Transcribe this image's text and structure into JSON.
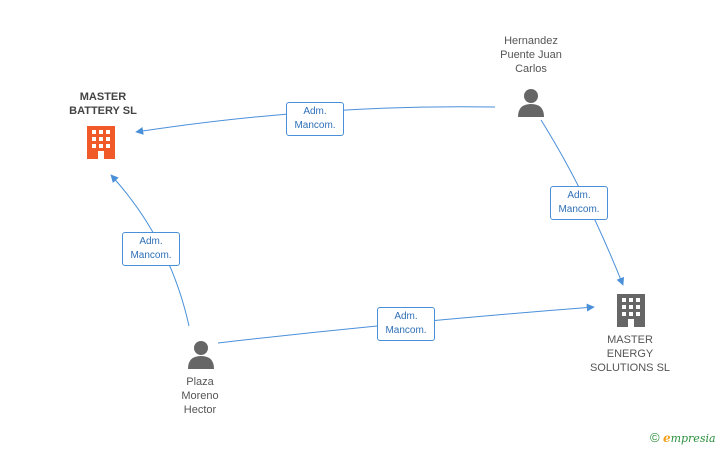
{
  "colors": {
    "edge": "#4a90d9",
    "company_main": "#f05a28",
    "company": "#666666",
    "person": "#666666"
  },
  "nodes": {
    "master_battery": {
      "label": "MASTER\nBATTERY SL",
      "icon": "building-icon"
    },
    "master_energy": {
      "label": "MASTER\nENERGY\nSOLUTIONS SL",
      "icon": "building-icon"
    },
    "hernandez": {
      "label": "Hernandez\nPuente Juan\nCarlos",
      "icon": "person-icon"
    },
    "plaza": {
      "label": "Plaza\nMoreno\nHector",
      "icon": "person-icon"
    }
  },
  "edges": [
    {
      "from": "hernandez",
      "to": "master_battery",
      "label": "Adm.\nMancom."
    },
    {
      "from": "hernandez",
      "to": "master_energy",
      "label": "Adm.\nMancom."
    },
    {
      "from": "plaza",
      "to": "master_battery",
      "label": "Adm.\nMancom."
    },
    {
      "from": "plaza",
      "to": "master_energy",
      "label": "Adm.\nMancom."
    }
  ],
  "footer": {
    "copyright": "©",
    "brand_first": "e",
    "brand_rest": "mpresia"
  }
}
